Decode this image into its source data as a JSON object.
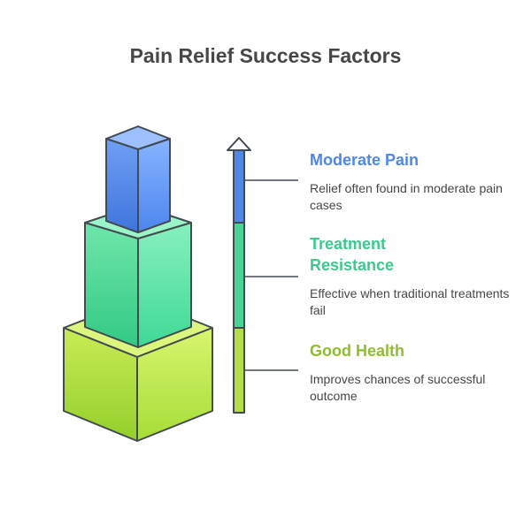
{
  "title": "Pain Relief Success Factors",
  "colors": {
    "blue": "#4f87e6",
    "green": "#3dc98d",
    "lime": "#8fbd2d",
    "outline": "#424a52",
    "text": "#474747"
  },
  "levels": [
    {
      "label": "Moderate Pain",
      "description": "Relief often found in moderate pain cases",
      "color": "#4f87e6",
      "icon": "blue-cube"
    },
    {
      "label": "Treatment Resistance",
      "description": "Effective when traditional treatments fail",
      "color": "#3dc98d",
      "icon": "green-cube"
    },
    {
      "label": "Good Health",
      "description": "Improves chances of successful outcome",
      "color": "#8fbd2d",
      "icon": "lime-cube"
    }
  ]
}
